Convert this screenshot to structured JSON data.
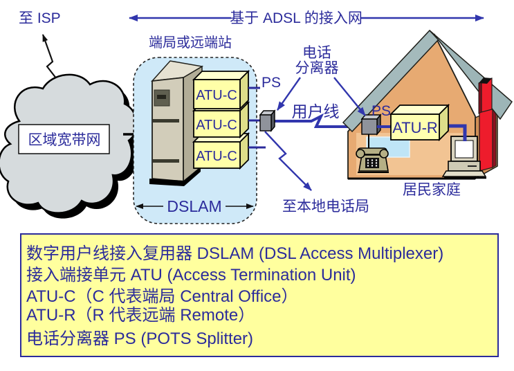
{
  "top": {
    "to_isp": "至 ISP",
    "title": "基于 ADSL 的接入网"
  },
  "cloud": {
    "label": "区域宽带网"
  },
  "office": {
    "station_label": "端局或远端站",
    "dslam": "DSLAM",
    "atu_c_1": "ATU-C",
    "atu_c_2": "ATU-C",
    "atu_c_3": "ATU-C",
    "ps": "PS"
  },
  "link": {
    "splitter_line1": "电话",
    "splitter_line2": "分离器",
    "subscriber_line": "用户线",
    "to_local_office": "至本地电话局"
  },
  "home": {
    "ps": "PS",
    "atu_r": "ATU-R",
    "label": "居民家庭"
  },
  "legend": {
    "line1": "数字用户线接入复用器 DSLAM (DSL Access Multiplexer)",
    "line2": "接入端接单元 ATU (Access Termination Unit)",
    "line3": "ATU-C（C 代表端局 Central Office）",
    "line4": "ATU-R（R 代表远端 Remote）",
    "line5": "电话分离器 PS (POTS Splitter)"
  },
  "colors": {
    "text_blue": "#2b2b9b",
    "line_blue": "#3136ad",
    "box_yellow": "#ffffa8",
    "legend_yellow": "#ffff9e",
    "dslam_panel": "#cfe9f8",
    "roof": "#9db5b7",
    "wall": "#e7aa72",
    "chimney_red": "#ee1c2c",
    "cloud_gray": "#d6dbdd"
  }
}
